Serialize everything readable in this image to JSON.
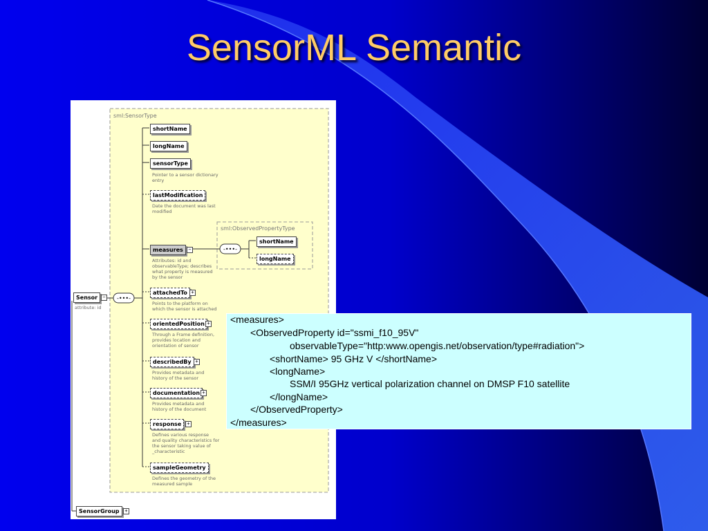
{
  "slide": {
    "title": "SensorML Semantic"
  },
  "diagram": {
    "type_label": "sml:SensorType",
    "root": {
      "name": "Sensor",
      "attr": "attribute: id"
    },
    "group": "SensorGroup",
    "elements": [
      {
        "name": "shortName",
        "desc": []
      },
      {
        "name": "longName",
        "desc": []
      },
      {
        "name": "sensorType",
        "desc": [
          "Pointer to a sensor dictionary",
          "entry"
        ]
      },
      {
        "name": "lastModification",
        "desc": [
          "Date the document was last",
          "modified"
        ]
      },
      {
        "name": "measures",
        "desc": [
          "Attributes: id and",
          "observableType; describes",
          "what property is measured",
          "by the sensor"
        ]
      },
      {
        "name": "attachedTo",
        "desc": [
          "Points to the platform on",
          "which the sensor is attached"
        ]
      },
      {
        "name": "orientedPosition",
        "desc": [
          "Through a Frame definition,",
          "provides location and",
          "orientation of sensor"
        ]
      },
      {
        "name": "describedBy",
        "desc": [
          "Provides metadata and",
          "history of the sensor"
        ]
      },
      {
        "name": "documentation",
        "desc": [
          "Provides metadata and",
          "history of the document"
        ]
      },
      {
        "name": "response",
        "desc": [
          "Defines various response",
          "and quality characteristics for",
          "the sensor taking value of",
          "_characteristic"
        ]
      },
      {
        "name": "sampleGeometry",
        "desc": [
          "Defines the geometry of the",
          "measured sample"
        ]
      }
    ],
    "observed_type": {
      "label": "sml:ObservedPropertyType",
      "children": [
        "shortName",
        "longName"
      ]
    }
  },
  "xml_snippet": {
    "lines": [
      "<measures>",
      "<ObservedProperty id=\"ssmi_f10_95V\"",
      "observableType=\"http:www.opengis.net/observation/type#radiation\">",
      "<shortName> 95 GHz V </shortName>",
      "<longName>",
      "SSM/I 95GHz vertical polarization channel on DMSP F10 satellite",
      "</longName>",
      "</ObservedProperty>",
      "</measures>"
    ]
  },
  "colors": {
    "background": "#0000cc",
    "title": "#ffcc66",
    "yellow_panel": "#ffffcc",
    "xml_box": "#ccffff"
  }
}
